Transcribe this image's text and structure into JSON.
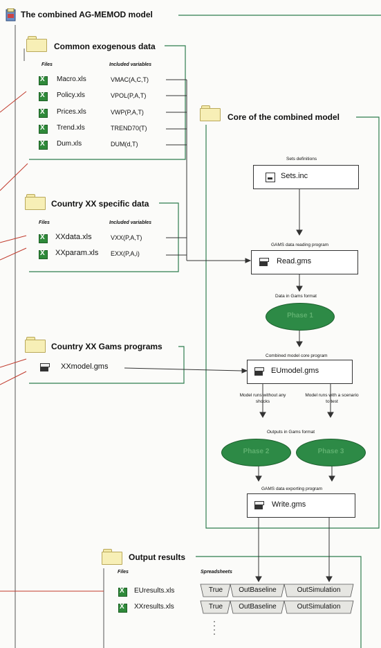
{
  "title": "The combined AG-MEMOD model",
  "exogenous": {
    "title": "Common exogenous data",
    "col_files": "Files",
    "col_vars": "Included variables",
    "rows": [
      {
        "file": "Macro.xls",
        "var": "VMAC(A,C,T)"
      },
      {
        "file": "Policy.xls",
        "var": "VPOL(P,A,T)"
      },
      {
        "file": "Prices.xls",
        "var": "VWP(P,A,T)"
      },
      {
        "file": "Trend.xls",
        "var": "TREND70(T)"
      },
      {
        "file": "Dum.xls",
        "var": "DUM(d,T)"
      }
    ]
  },
  "country": {
    "title": "Country XX specific data",
    "col_files": "Files",
    "col_vars": "Included variables",
    "rows": [
      {
        "file": "XXdata.xls",
        "var": "VXX(P,A,T)"
      },
      {
        "file": "XXparam.xls",
        "var": "EXX(P,A,i)"
      }
    ]
  },
  "gams_programs": {
    "title": "Country XX Gams programs",
    "file": "XXmodel.gms"
  },
  "core": {
    "title": "Core of the combined model",
    "sets_caption": "Sets definitions",
    "sets_file": "Sets.inc",
    "read_caption": "GAMS data reading program",
    "read_file": "Read.gms",
    "data_caption": "Data in Gams format",
    "phase1": "Phase 1",
    "core_caption": "Combined model core program",
    "core_file": "EUmodel.gms",
    "runs_left": "Model runs without any shocks",
    "runs_right": "Model runs with a scenario to test",
    "outputs_caption": "Outputs in Gams format",
    "phase2": "Phase 2",
    "phase3": "Phase 3",
    "export_caption": "GAMS data exporting program",
    "write_file": "Write.gms"
  },
  "output": {
    "title": "Output results",
    "col_files": "Files",
    "col_sheets": "Spreadsheets",
    "rows": [
      {
        "file": "EUresults.xls",
        "sheets": [
          "True",
          "OutBaseline",
          "OutSimulation"
        ]
      },
      {
        "file": "XXresults.xls",
        "sheets": [
          "True",
          "OutBaseline",
          "OutSimulation"
        ]
      }
    ]
  },
  "colors": {
    "green_line": "#2e7d4f",
    "red_line": "#c0392b",
    "ellipse": "#2d8a46"
  }
}
